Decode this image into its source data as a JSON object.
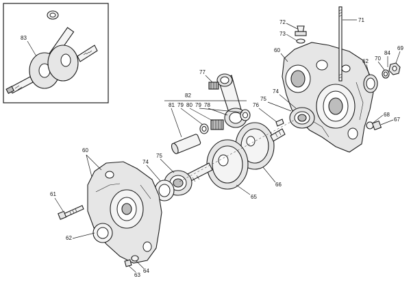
{
  "callouts": {
    "c83": "83",
    "c72": "72",
    "c71": "71",
    "c73": "73",
    "c60a": "60",
    "c62a": "62",
    "c70": "70",
    "c84": "84",
    "c69": "69",
    "c77": "77",
    "c74a": "74",
    "c82": "82",
    "c75a": "75",
    "c81": "81",
    "c79a": "79",
    "c80": "80",
    "c79b": "79",
    "c78": "78",
    "c76": "76",
    "c68": "68",
    "c67": "67",
    "c60b": "60",
    "c75b": "75",
    "c74b": "74",
    "c66": "66",
    "c65": "65",
    "c61": "61",
    "c62b": "62",
    "c64": "64",
    "c63": "63"
  }
}
